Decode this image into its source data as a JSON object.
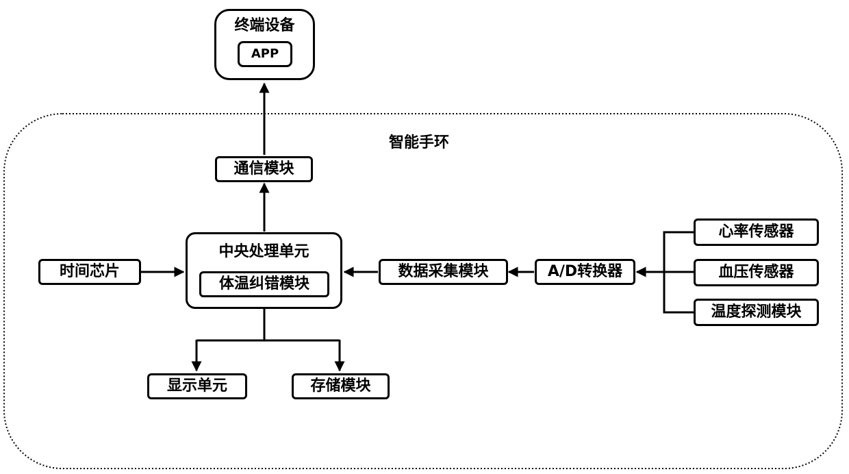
{
  "terminal": {
    "title": "终端设备",
    "app": "APP"
  },
  "container_label": "智能手环",
  "nodes": {
    "comm": "通信模块",
    "cpu": "中央处理单元",
    "temp_correction": "体温纠错模块",
    "time_chip": "时间芯片",
    "data_acq": "数据采集模块",
    "adc": "A/D转换器",
    "heart": "心率传感器",
    "bp": "血压传感器",
    "temp_detect": "温度探测模块",
    "display": "显示单元",
    "storage": "存储模块"
  }
}
